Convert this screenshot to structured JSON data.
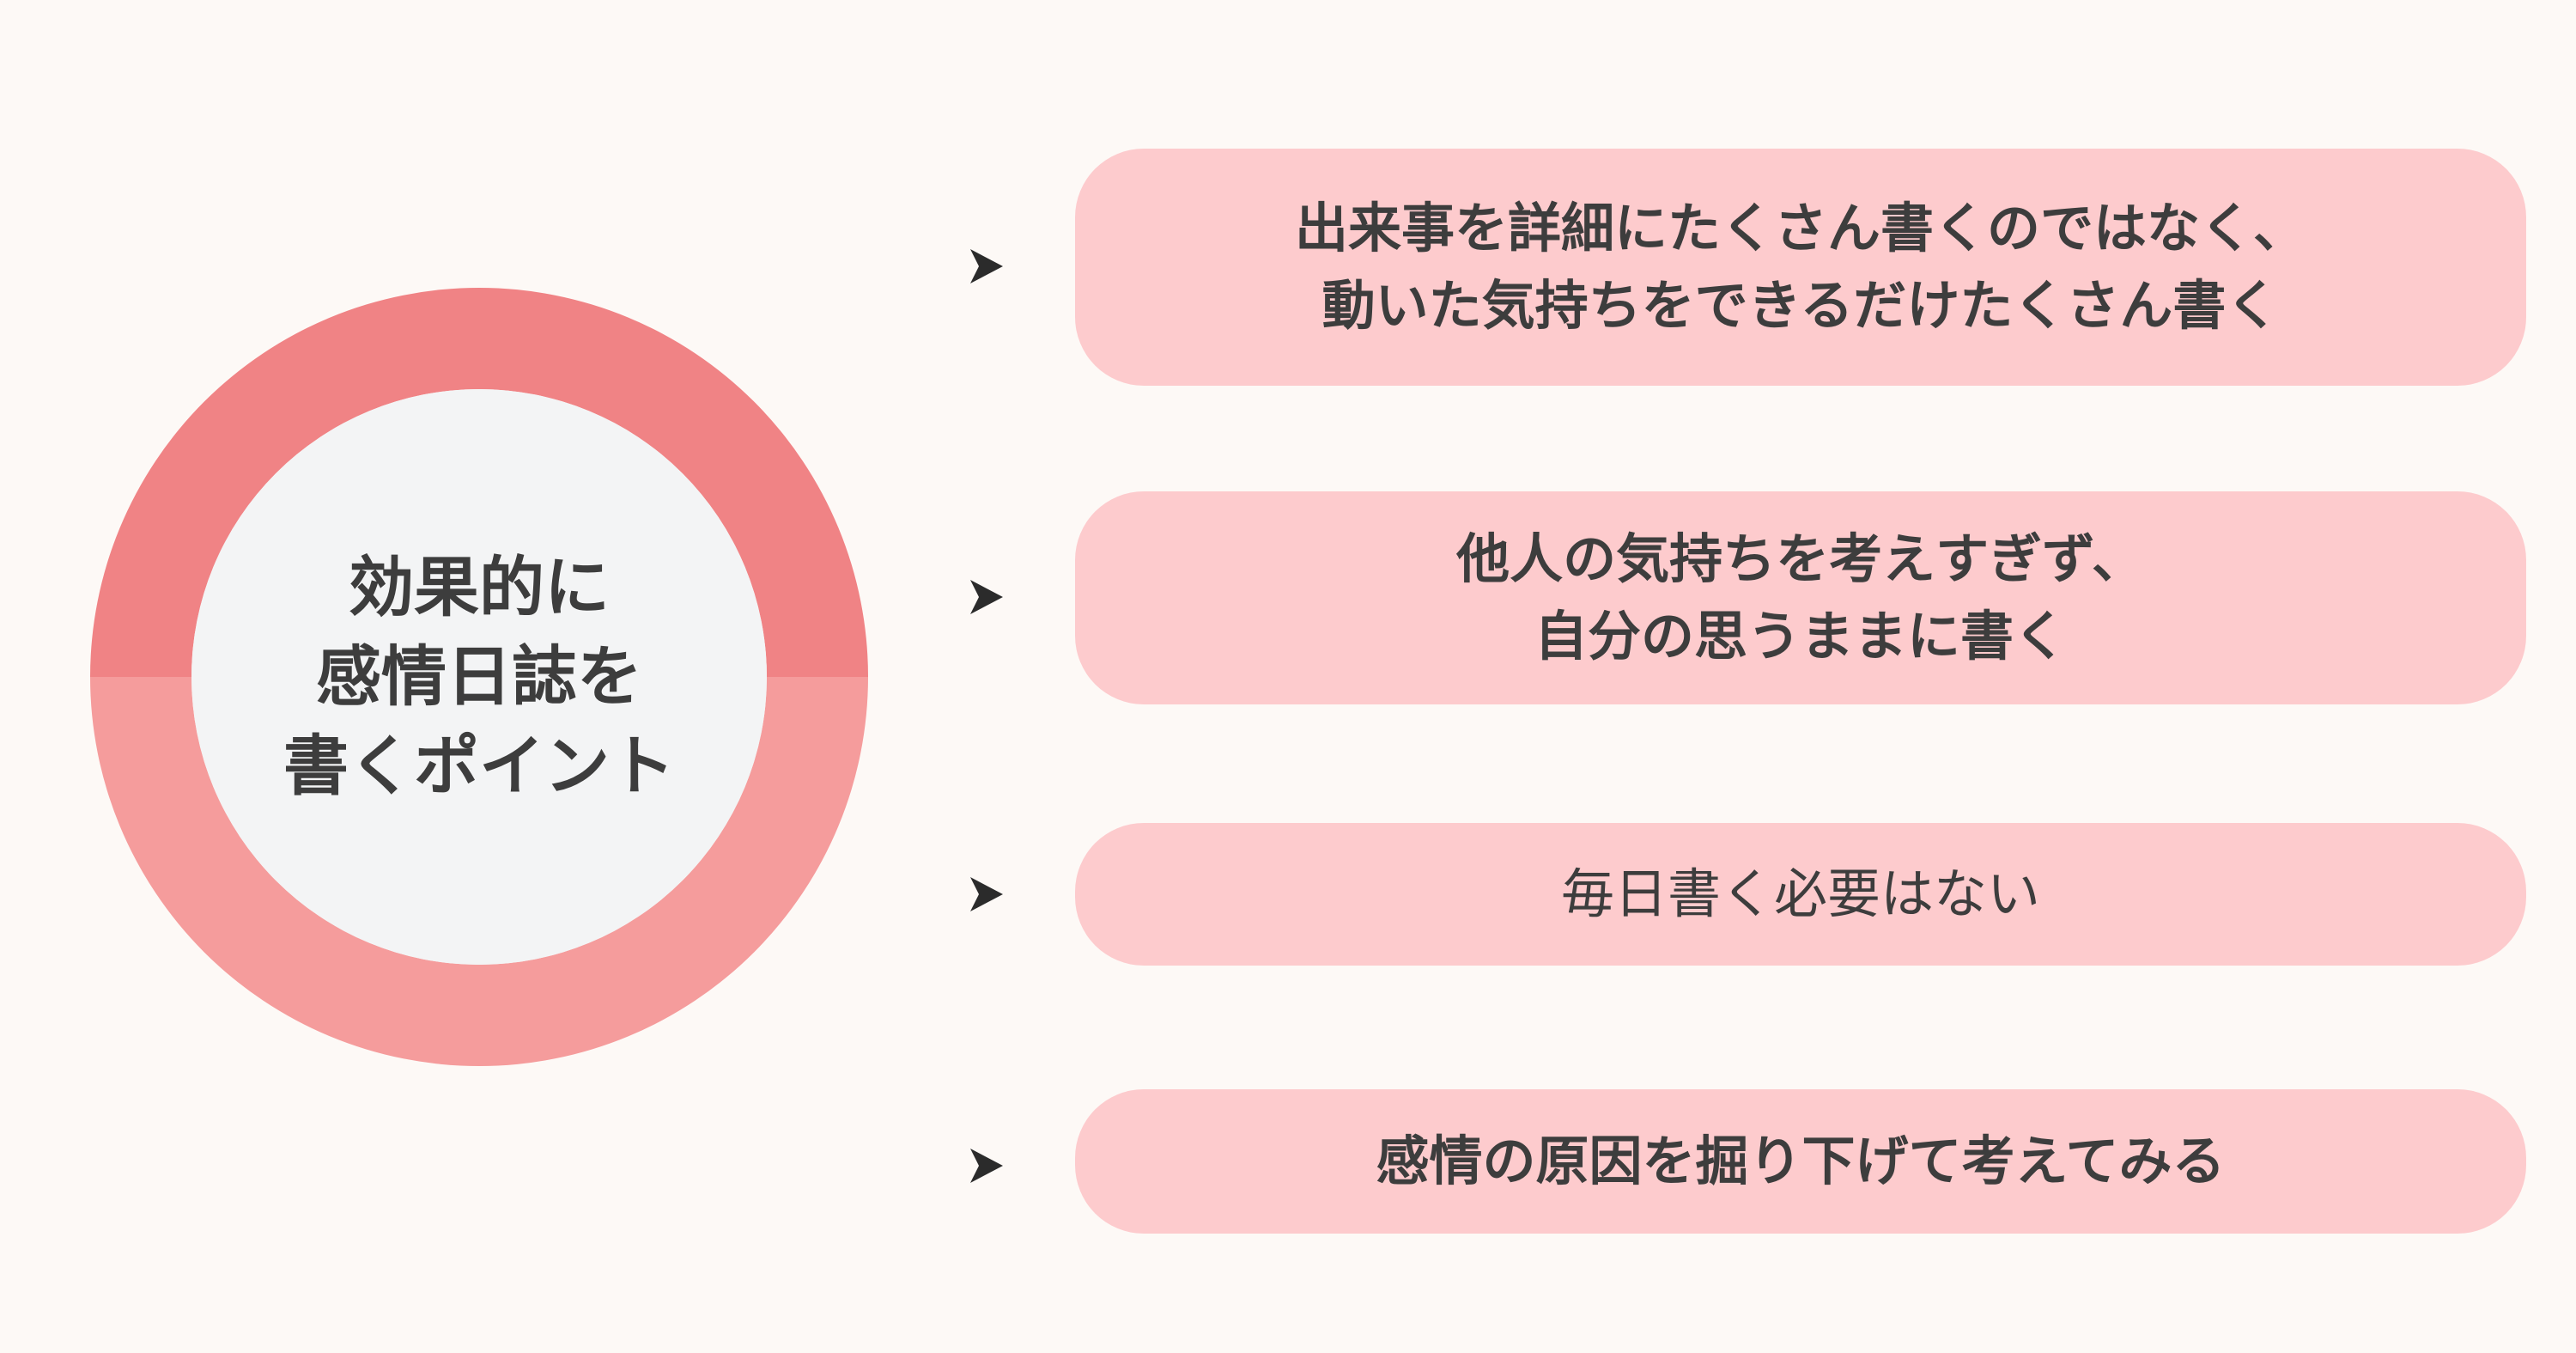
{
  "center": {
    "lines": [
      "効果的に",
      "感情日誌を",
      "書くポイント"
    ]
  },
  "colors": {
    "background": "#fdf9f6",
    "ring_top": "#f08385",
    "ring_bottom": "#f59c9c",
    "inner": "#f3f4f5",
    "card": "#fdcbcd",
    "text": "#3d3d3d"
  },
  "points": [
    {
      "lines": [
        "出来事を詳細にたくさん書くのではなく、",
        "動いた気持ちをできるだけたくさん書く"
      ],
      "emphasis": "bold"
    },
    {
      "lines": [
        "他人の気持ちを考えすぎず、",
        "自分の思うままに書く"
      ],
      "emphasis": "bold"
    },
    {
      "lines": [
        "毎日書く必要はない"
      ],
      "emphasis": "normal"
    },
    {
      "lines": [
        "感情の原因を掘り下げて考えてみる"
      ],
      "emphasis": "bold"
    }
  ],
  "icons": {
    "bullet": "arrowhead-right-icon"
  }
}
